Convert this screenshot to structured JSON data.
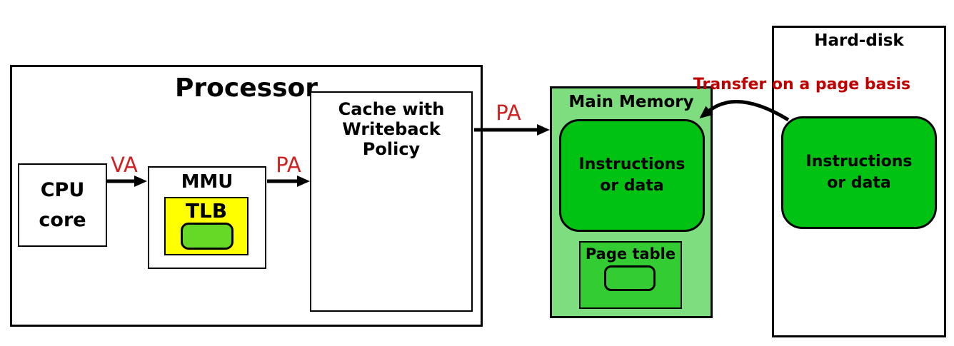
{
  "colors": {
    "green": "#00c213",
    "light-green": "#7edd7e",
    "lime-green": "#33cc33",
    "tlb-green": "#66d926",
    "tlb-yellow": "#ffff00",
    "label-red": "#d02020",
    "transfer-red": "#c00000",
    "line-black": "#000000"
  },
  "processor": {
    "title": "Processor",
    "cpu_core": {
      "label": "CPU\ncore"
    },
    "mmu": {
      "label": "MMU",
      "tlb": {
        "label": "TLB"
      }
    },
    "cache": {
      "label": "Cache with\nWriteback\nPolicy"
    }
  },
  "main_memory": {
    "title": "Main Memory",
    "instructions": {
      "label": "Instructions\nor data"
    },
    "page_table": {
      "label": "Page table"
    }
  },
  "hard_disk": {
    "title": "Hard-disk",
    "instructions": {
      "label": "Instructions\nor data"
    }
  },
  "flow": {
    "va_label": "VA",
    "pa_mmu_label": "PA",
    "pa_memory_label": "PA",
    "transfer_label": "Transfer on a page basis"
  }
}
